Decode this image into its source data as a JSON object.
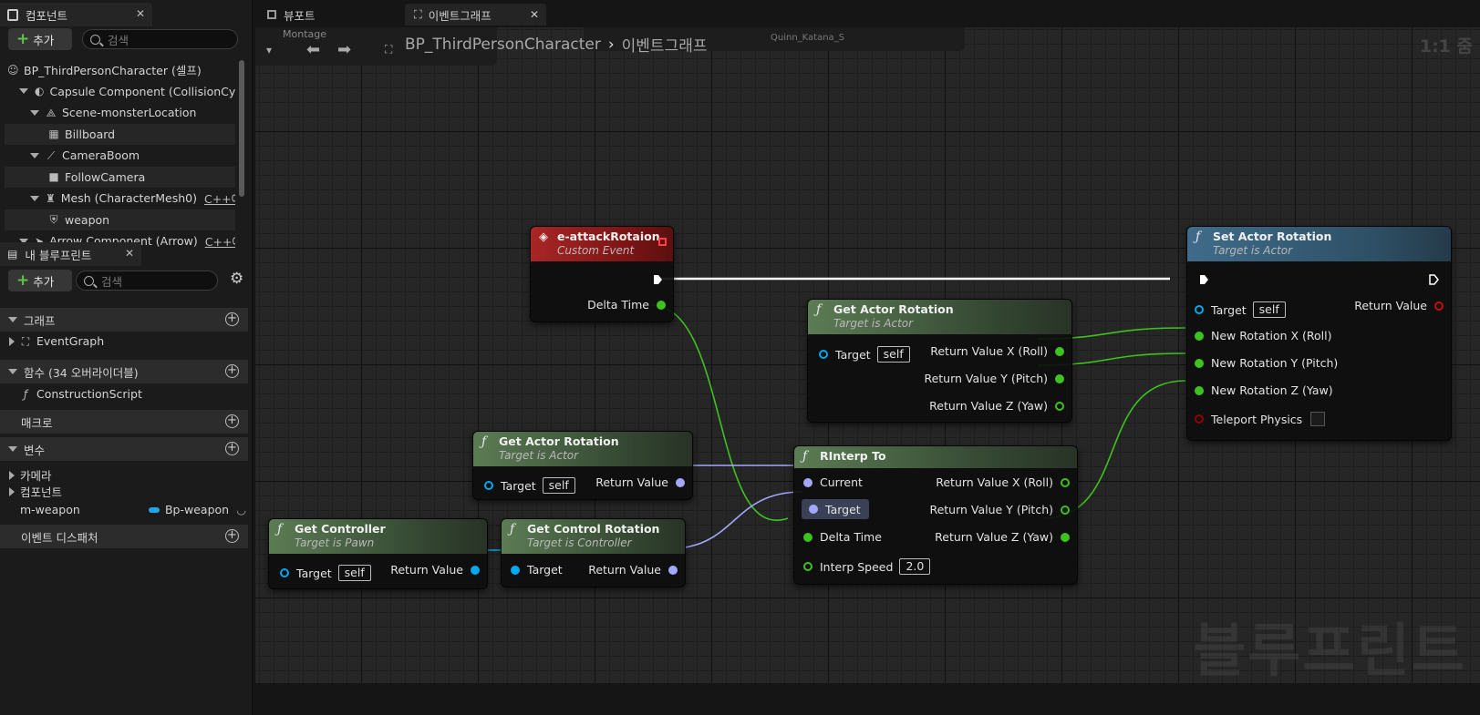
{
  "left": {
    "components": {
      "tab": "컴포넌트",
      "add": "추가",
      "search": "검색",
      "tree": [
        {
          "label": "BP_ThirdPersonCharacter (셀프)",
          "indent": 0,
          "icon": "character-icon"
        },
        {
          "label": "Capsule Component (CollisionCylin",
          "indent": 1,
          "icon": "capsule-icon"
        },
        {
          "label": "Scene-monsterLocation",
          "indent": 2,
          "icon": "scene-icon"
        },
        {
          "label": "Billboard",
          "indent": 3,
          "icon": "billboard-icon"
        },
        {
          "label": "CameraBoom",
          "indent": 2,
          "icon": "camera-boom-icon"
        },
        {
          "label": "FollowCamera",
          "indent": 3,
          "icon": "camera-icon"
        },
        {
          "label": "Mesh (CharacterMesh0)",
          "extra": "C++에서",
          "indent": 2,
          "icon": "mesh-icon"
        },
        {
          "label": "weapon",
          "indent": 3,
          "icon": "socket-icon"
        },
        {
          "label": "Arrow Component (Arrow)",
          "extra": "C++에",
          "indent": 1,
          "icon": "arrow-icon"
        }
      ]
    },
    "myblueprint": {
      "tab": "내 블루프린트",
      "add": "추가",
      "search": "검색",
      "graph_section": "그래프",
      "event_graph": "EventGraph",
      "functions_section": "함수 (34 오버라이더블)",
      "construction": "ConstructionScript",
      "macros_section": "매크로",
      "variables_section": "변수",
      "cat_camera": "카메라",
      "cat_components": "컴포넌트",
      "var_name": "m-weapon",
      "var_type": "Bp-weapon",
      "dispatchers_section": "이벤트 디스패처"
    }
  },
  "tabs": [
    {
      "label": "뷰포트"
    },
    {
      "label": "이벤트그래프"
    }
  ],
  "toolbar": {
    "montage": "Montage",
    "quinn": "Quinn_Katana_S"
  },
  "breadcrumb": {
    "bp": "BP_ThirdPersonCharacter",
    "graph": "이벤트그래프"
  },
  "zoom": "1:1 줌",
  "watermark": "블루프린트",
  "nodes": {
    "event": {
      "title": "e-attackRotaion",
      "sub": "Custom Event",
      "pin_delta": "Delta Time"
    },
    "set_rot": {
      "title": "Set Actor Rotation",
      "sub": "Target is Actor",
      "target": "Target",
      "self": "self",
      "ret": "Return Value",
      "nx": "New Rotation X (Roll)",
      "ny": "New Rotation Y (Pitch)",
      "nz": "New Rotation Z (Yaw)",
      "tp": "Teleport Physics"
    },
    "get_rot1": {
      "title": "Get Actor Rotation",
      "sub": "Target is Actor",
      "target": "Target",
      "self": "self",
      "rx": "Return Value X (Roll)",
      "ry": "Return Value Y (Pitch)",
      "rz": "Return Value Z (Yaw)"
    },
    "get_rot2": {
      "title": "Get Actor Rotation",
      "sub": "Target is Actor",
      "target": "Target",
      "self": "self",
      "ret": "Return Value"
    },
    "rinterp": {
      "title": "RInterp To",
      "current": "Current",
      "target": "Target",
      "delta": "Delta Time",
      "speed": "Interp Speed",
      "speed_val": "2.0",
      "rx": "Return Value X (Roll)",
      "ry": "Return Value Y (Pitch)",
      "rz": "Return Value Z (Yaw)"
    },
    "get_ctrl": {
      "title": "Get Controller",
      "sub": "Target is Pawn",
      "target": "Target",
      "self": "self",
      "ret": "Return Value"
    },
    "get_ctrl_rot": {
      "title": "Get Control Rotation",
      "sub": "Target is Controller",
      "target": "Target",
      "ret": "Return Value"
    }
  },
  "colors": {
    "float_pin": "#3ec21d",
    "rotator_pin": "#a3a8ff",
    "object_pin": "#00a8f0",
    "exec": "#ffffff",
    "bool_pin": "#920101"
  }
}
